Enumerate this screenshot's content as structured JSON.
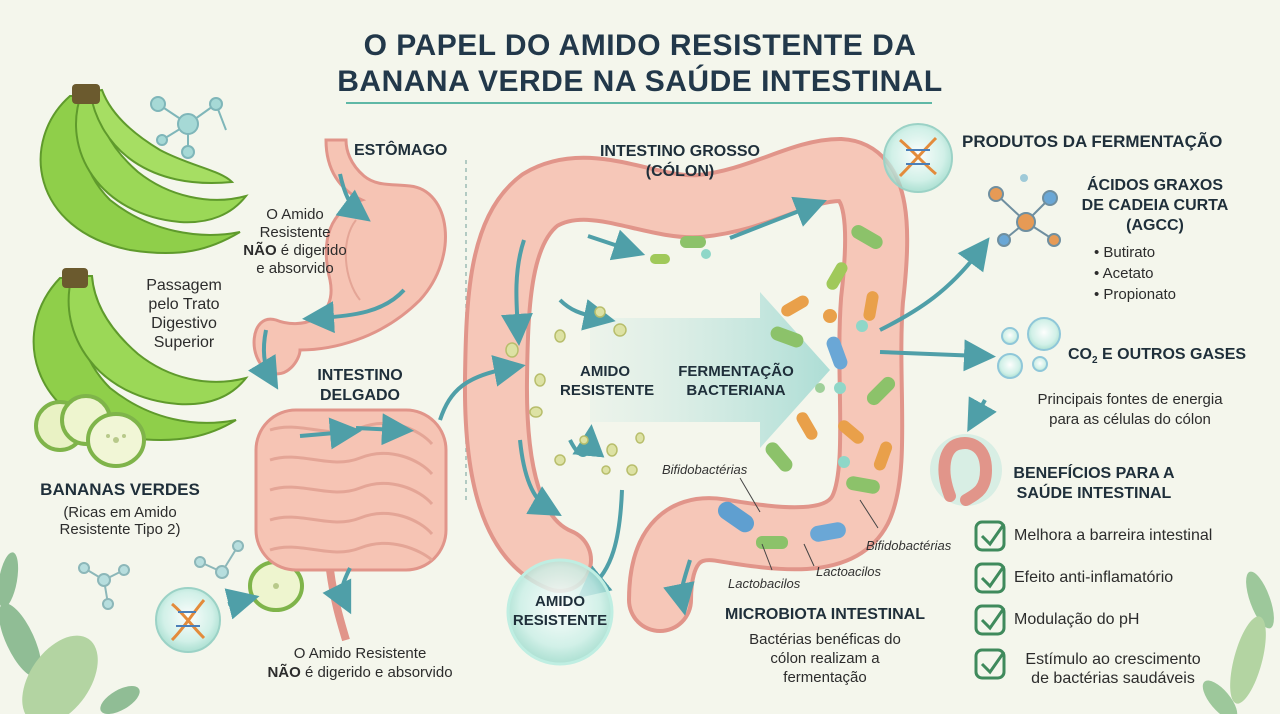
{
  "title": {
    "line1": "O PAPEL DO AMIDO RESISTENTE DA",
    "line2": "BANANA VERDE NA SAÚDE INTESTINAL"
  },
  "left": {
    "bananas_title": "BANANAS VERDES",
    "bananas_sub1": "(Ricas em Amido",
    "bananas_sub2": "Resistente Tipo 2)",
    "passage1": "Passagem",
    "passage2": "pelo Trato",
    "passage3": "Digestivo",
    "passage4": "Superior"
  },
  "stomach": {
    "label": "ESTÔMAGO",
    "note1": "O Amido",
    "note2": "Resistente",
    "note3_bold": "NÃO",
    "note3_rest": " é digerido",
    "note4": "e absorvido"
  },
  "small_intestine": {
    "label1": "INTESTINO",
    "label2": "DELGADO",
    "note1": "O Amido Resistente",
    "note2_bold": "NÃO",
    "note2_rest": " é digerido e absorvido"
  },
  "colon": {
    "label1": "INTESTINO GROSSO",
    "label2": "(CÓLON)",
    "amido1": "AMIDO",
    "amido2": "RESISTENTE",
    "ferm1": "FERMENTAÇÃO",
    "ferm2": "BACTERIANA",
    "bubble1": "AMIDO",
    "bubble2": "RESISTENTE",
    "bacteria": [
      "Bifidobactérias",
      "Bifidobactérias",
      "Lactobacilos",
      "Lactoacilos"
    ]
  },
  "microbiota": {
    "title": "MICROBIOTA INTESTINAL",
    "line1": "Bactérias benéficas do",
    "line2": "cólon realizam a",
    "line3": "fermentação"
  },
  "products": {
    "title": "PRODUTOS DA FERMENTAÇÃO",
    "agcc1": "ÁCIDOS GRAXOS",
    "agcc2": "DE CADEIA CURTA",
    "agcc3": "(AGCC)",
    "items": [
      "• Butirato",
      "• Acetato",
      "• Propionato"
    ],
    "gases_pre": "CO",
    "gases_sub": "2",
    "gases_post": " E OUTROS GASES",
    "energy1": "Principais fontes de energia",
    "energy2": "para as células do cólon"
  },
  "benefits": {
    "title1": "BENEFÍCIOS PARA A",
    "title2": "SAÚDE INTESTINAL",
    "items": [
      "Melhora a barreira intestinal",
      "Efeito anti-inflamatório",
      "Modulação do pH"
    ],
    "item4_line1": "Estímulo ao crescimento",
    "item4_line2": "de bactérias saudáveis"
  },
  "colors": {
    "title": "#22384a",
    "accent": "#5fb8a6",
    "intestine": "#f2b7a6",
    "banana": "#8fcf4a",
    "arrow": "#4f9fa8",
    "check": "#3f8a5c"
  }
}
